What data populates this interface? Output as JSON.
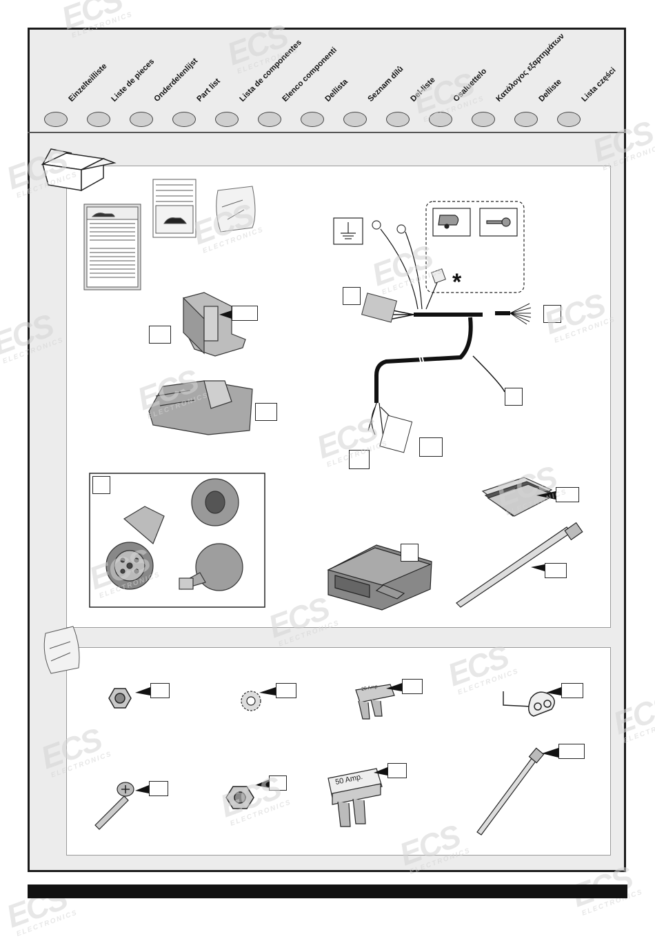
{
  "header": {
    "labels": [
      "Einzelteilliste",
      "Liste de pieces",
      "Onderdelenlijst",
      "Part list",
      "Lista de componentes",
      "Elenco componenti",
      "Dellista",
      "Seznam dílů",
      "Del-liste",
      "Osaluettelo",
      "Κατάλογος εξαρτημάτων",
      "Delliste",
      "Lista części"
    ]
  },
  "watermark": {
    "logo": "ECS",
    "subtitle": "ELECTRONICS"
  },
  "parts": {
    "fuse_small_label": "20 Amp",
    "fuse_large_label": "50 Amp."
  },
  "symbols": {
    "asterisk": "*"
  }
}
